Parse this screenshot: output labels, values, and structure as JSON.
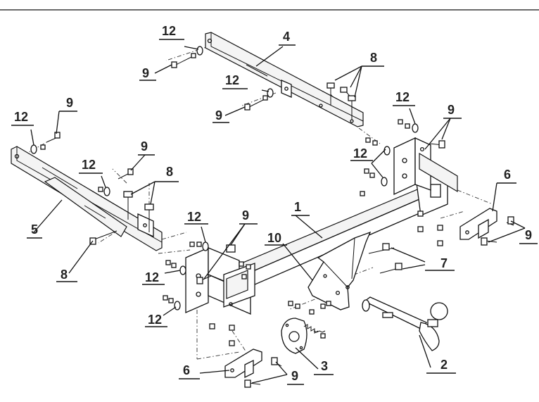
{
  "callouts": [
    {
      "id": "c1",
      "label": "1"
    },
    {
      "id": "c2",
      "label": "2"
    },
    {
      "id": "c3",
      "label": "3"
    },
    {
      "id": "c4",
      "label": "4"
    },
    {
      "id": "c5",
      "label": "5"
    },
    {
      "id": "c6a",
      "label": "6"
    },
    {
      "id": "c6b",
      "label": "6"
    },
    {
      "id": "c7",
      "label": "7"
    },
    {
      "id": "c8a",
      "label": "8"
    },
    {
      "id": "c8b",
      "label": "8"
    },
    {
      "id": "c8c",
      "label": "8"
    },
    {
      "id": "c9a",
      "label": "9"
    },
    {
      "id": "c9b",
      "label": "9"
    },
    {
      "id": "c9c",
      "label": "9"
    },
    {
      "id": "c9d",
      "label": "9"
    },
    {
      "id": "c9e",
      "label": "9"
    },
    {
      "id": "c9f",
      "label": "9"
    },
    {
      "id": "c9g",
      "label": "9"
    },
    {
      "id": "c9h",
      "label": "9"
    },
    {
      "id": "c10",
      "label": "10"
    },
    {
      "id": "c12a",
      "label": "12"
    },
    {
      "id": "c12b",
      "label": "12"
    },
    {
      "id": "c12c",
      "label": "12"
    },
    {
      "id": "c12d",
      "label": "12"
    },
    {
      "id": "c12e",
      "label": "12"
    },
    {
      "id": "c12f",
      "label": "12"
    },
    {
      "id": "c12g",
      "label": "12"
    },
    {
      "id": "c12h",
      "label": "12"
    },
    {
      "id": "c12i",
      "label": "12"
    }
  ]
}
